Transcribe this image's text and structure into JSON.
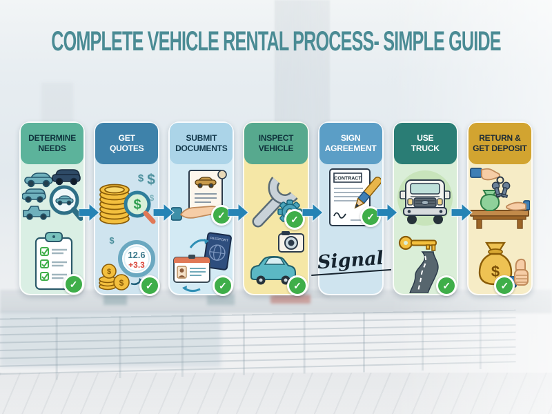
{
  "title": "COMPLETE VEHICLE RENTAL PROCESS- SIMPLE GUIDE",
  "glyphs": {
    "dollar": "$",
    "check": "✓"
  },
  "palette": {
    "title_color": "#4a8b94",
    "arrow_color": "#2583b5",
    "check_color": "#3fae49",
    "canvas_tint": "#e9edf0"
  },
  "steps": [
    {
      "title": "DETERMINE NEEDS",
      "title_lines": [
        "DETERMINE",
        "NEEDS"
      ],
      "header_color": "#5cb39b",
      "header_text_color": "#0f323c",
      "body_color": "#daefe4",
      "theme": "--hd:#5cb39b;--hdtx:#0f323c;--bd:#daefe4",
      "icons": [
        "vehicle-options-search-icon",
        "approved-checklist-icon"
      ]
    },
    {
      "title": "GET QUOTES",
      "title_lines": [
        "GET",
        "QUOTES"
      ],
      "header_color": "#3e82aa",
      "header_text_color": "#ffffff",
      "body_color": "#cfe4ef",
      "theme": "--hd:#3e82aa;--hdtx:#ffffff;--bd:#cfe4ef",
      "icons": [
        "price-search-icon",
        "quote-comparison-icon"
      ],
      "comparison": {
        "primary": "12.6",
        "secondary": "+3.3"
      }
    },
    {
      "title": "SUBMIT DOCUMENTS",
      "title_lines": [
        "SUBMIT",
        "DOCUMENTS"
      ],
      "header_color": "#abd4e8",
      "header_text_color": "#11374a",
      "body_color": "#d3eaf4",
      "theme": "--hd:#abd4e8;--hdtx:#11374a;--bd:#d3eaf4",
      "icons": [
        "hand-document-icon",
        "id-passport-icon"
      ],
      "passport_label": "PASSPORT"
    },
    {
      "title": "INSPECT VEHICLE",
      "title_lines": [
        "INSPECT",
        "VEHICLE"
      ],
      "header_color": "#57a98e",
      "header_text_color": "#0f323c",
      "body_color": "#f5e7a6",
      "theme": "--hd:#57a98e;--hdtx:#0f323c;--bd:#f5e7a6",
      "icons": [
        "wrench-gear-icon",
        "car-camera-icon"
      ]
    },
    {
      "title": "SIGN AGREEMENT",
      "title_lines": [
        "SIGN",
        "AGREEMENT"
      ],
      "header_color": "#5b9ec6",
      "header_text_color": "#ffffff",
      "body_color": "#cfe4ef",
      "theme": "--hd:#5b9ec6;--hdtx:#ffffff;--bd:#cfe4ef",
      "icons": [
        "contract-pen-icon",
        "signature-icon"
      ],
      "contract_label": "CONTRACT",
      "signature_text": "Signal"
    },
    {
      "title": "USE TRUCK",
      "title_lines": [
        "USE",
        "TRUCK"
      ],
      "header_color": "#2a7d75",
      "header_text_color": "#ffffff",
      "body_color": "#daeed8",
      "theme": "--hd:#2a7d75;--hdtx:#ffffff;--bd:#daeed8",
      "icons": [
        "truck-front-icon",
        "key-road-icon"
      ]
    },
    {
      "title": "RETURN & GET DEPOSIT",
      "title_lines": [
        "RETURN &",
        "GET DEPOSIT"
      ],
      "header_color": "#d2a430",
      "header_text_color": "#1c2b36",
      "body_color": "#f6ecc6",
      "theme": "--hd:#d2a430;--hdtx:#1c2b36;--bd:#f6ecc6",
      "icons": [
        "key-handover-icon",
        "deposit-thumbsup-icon"
      ]
    }
  ]
}
